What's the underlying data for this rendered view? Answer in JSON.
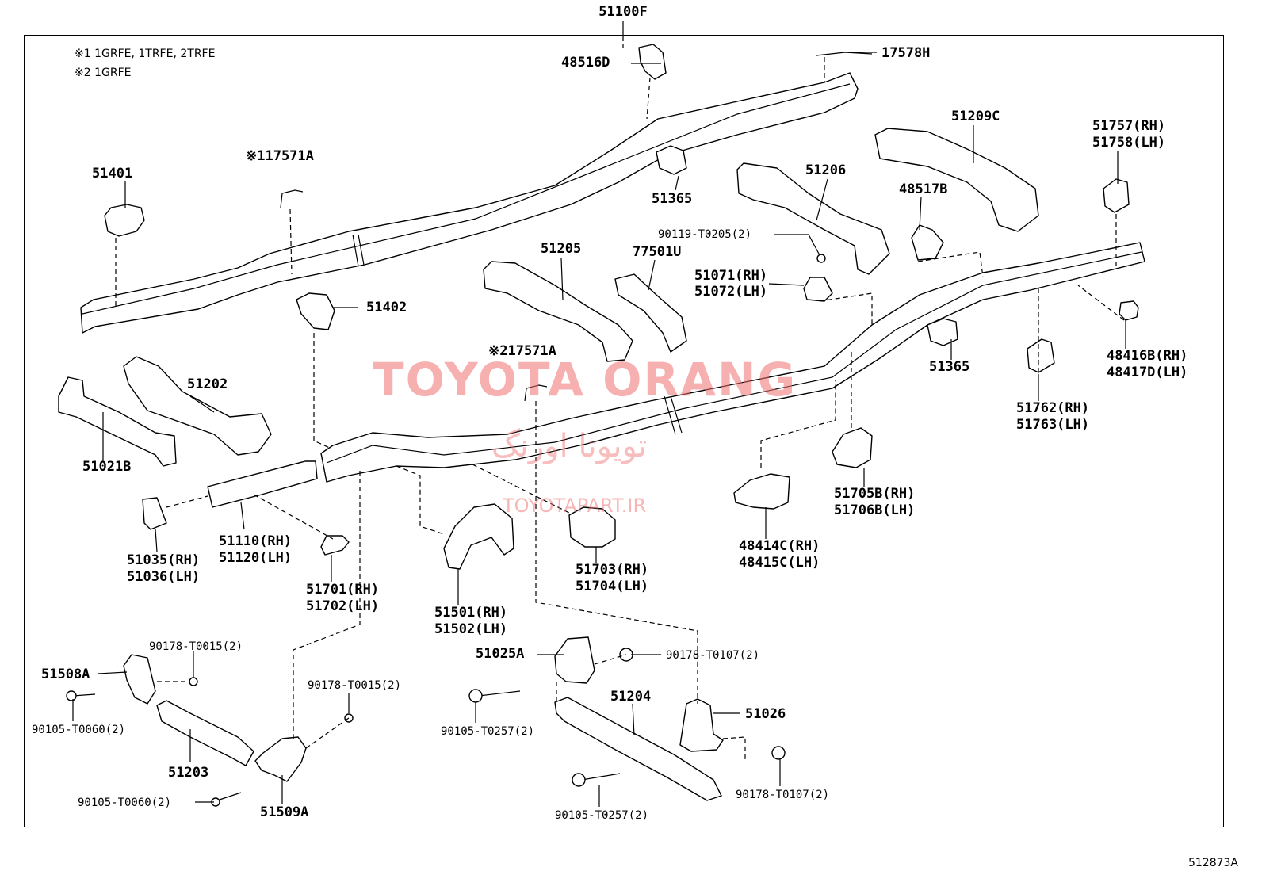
{
  "diagram": {
    "main_label": "51100F",
    "figure_code": "512873A",
    "notes": [
      "※1 1GRFE, 1TRFE, 2TRFE",
      "※2 1GRFE"
    ],
    "watermarks": {
      "brand": "TOYOTA ORANG",
      "persian": "تویوتا اورنگ",
      "url": "TOYOTAPART.IR"
    },
    "parts": {
      "p48516D": "48516D",
      "p17578H": "17578H",
      "p51209C": "51209C",
      "p51757": "51757(RH)",
      "p51758": "51758(LH)",
      "p51401": "51401",
      "p17571A_1": "※117571A",
      "p51365a": "51365",
      "p51206": "51206",
      "p48517B": "48517B",
      "p90119": "90119-T0205(2)",
      "p51205": "51205",
      "p77501U": "77501U",
      "p51071": "51071(RH)",
      "p51072": "51072(LH)",
      "p51402": "51402",
      "p48416B": "48416B(RH)",
      "p48417D": "48417D(LH)",
      "p17571A_2": "※217571A",
      "p51365b": "51365",
      "p51202": "51202",
      "p51762": "51762(RH)",
      "p51763": "51763(LH)",
      "p51021B": "51021B",
      "p51705B": "51705B(RH)",
      "p51706B": "51706B(LH)",
      "p51110": "51110(RH)",
      "p51120": "51120(LH)",
      "p51035": "51035(RH)",
      "p51036": "51036(LH)",
      "p48414C": "48414C(RH)",
      "p48415C": "48415C(LH)",
      "p51703": "51703(RH)",
      "p51704": "51704(LH)",
      "p51701": "51701(RH)",
      "p51702": "51702(LH)",
      "p51501": "51501(RH)",
      "p51502": "51502(LH)",
      "p90178_T0015a": "90178-T0015(2)",
      "p51508A": "51508A",
      "p51025A": "51025A",
      "p90178_T0107a": "90178-T0107(2)",
      "p90178_T0015b": "90178-T0015(2)",
      "p51204": "51204",
      "p90105_T0060a": "90105-T0060(2)",
      "p51026": "51026",
      "p90105_T0257a": "90105-T0257(2)",
      "p51203": "51203",
      "p90105_T0060b": "90105-T0060(2)",
      "p90178_T0107b": "90178-T0107(2)",
      "p51509A": "51509A",
      "p90105_T0257b": "90105-T0257(2)"
    }
  }
}
